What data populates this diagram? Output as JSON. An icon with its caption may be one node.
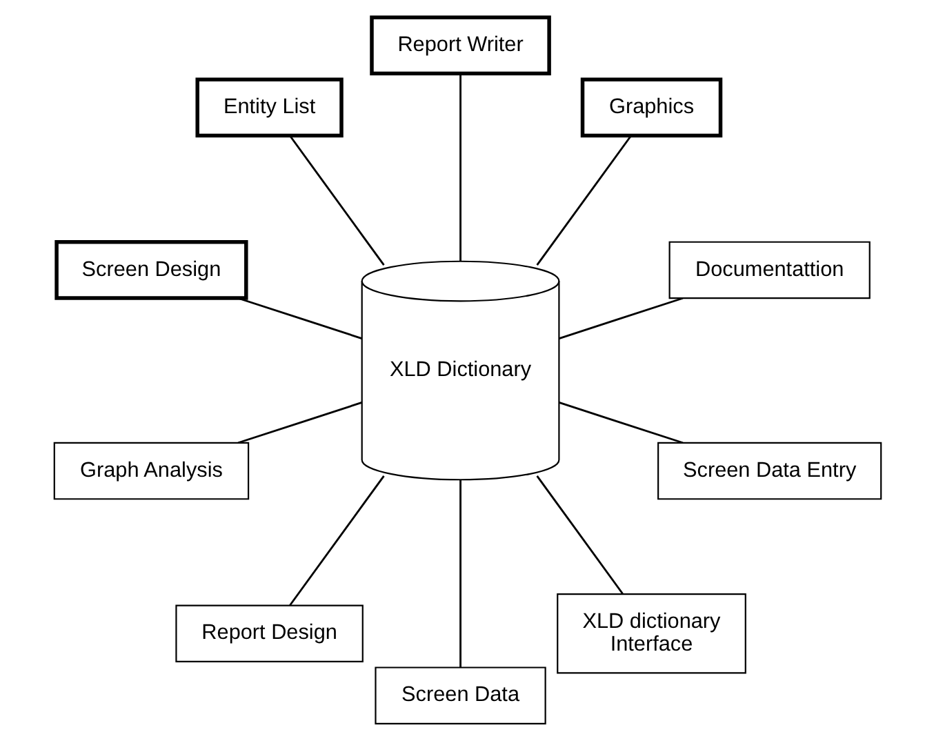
{
  "diagram": {
    "nodes": [
      {
        "text": [
          "Documentattion"
        ]
      },
      {
        "text": [
          "Graphics"
        ]
      },
      {
        "text": [
          "Report Writer"
        ]
      },
      {
        "text": [
          "Entity List"
        ]
      },
      {
        "text": [
          "XLD Dictionary"
        ]
      },
      {
        "text": [
          "Screen Design"
        ]
      },
      {
        "text": [
          "Graph Analysis"
        ]
      },
      {
        "text": [
          "Report Design"
        ]
      },
      {
        "text": [
          "Screen Data"
        ]
      },
      {
        "text": [
          "XLD dictionary",
          "Interface"
        ]
      },
      {
        "text": [
          "Screen Data Entry"
        ]
      }
    ],
    "edges": [
      {
        "from": 4,
        "to": 0,
        "arrow": "none"
      },
      {
        "from": 4,
        "to": 1,
        "arrow": "none"
      },
      {
        "from": 4,
        "to": 2,
        "arrow": "none"
      },
      {
        "from": 4,
        "to": 3,
        "arrow": "none"
      },
      {
        "from": 4,
        "to": 5,
        "arrow": "none"
      },
      {
        "from": 4,
        "to": 6,
        "arrow": "none"
      },
      {
        "from": 4,
        "to": 7,
        "arrow": "none"
      },
      {
        "from": 4,
        "to": 8,
        "arrow": "none"
      },
      {
        "from": 4,
        "to": 9,
        "arrow": "none"
      },
      {
        "from": 4,
        "to": 10,
        "arrow": "none"
      }
    ]
  }
}
